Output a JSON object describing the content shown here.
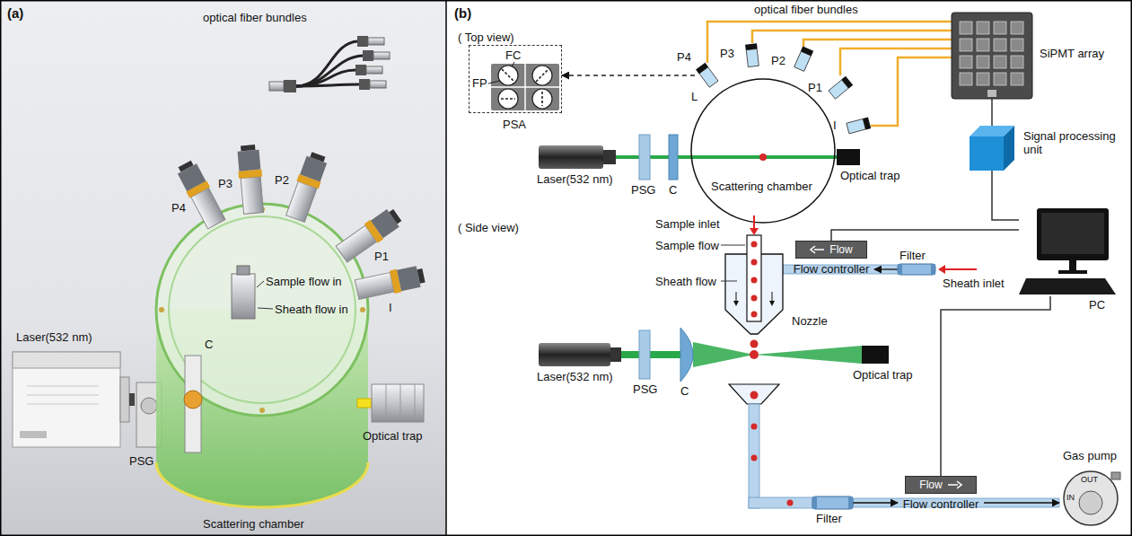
{
  "diagram": {
    "nodes": [
      {
        "text": [
          "FC",
          "FP",
          "PSA"
        ]
      },
      {
        "text": [
          "P4"
        ]
      },
      {
        "text": [
          "P3"
        ]
      },
      {
        "text": [
          "P2"
        ]
      },
      {
        "text": [
          "P1"
        ]
      },
      {
        "text": [
          "I"
        ]
      },
      {
        "text": [
          "SiPMT array"
        ]
      },
      {
        "text": [
          "Signal processing unit"
        ]
      },
      {
        "text": [
          "PC"
        ]
      },
      {
        "text": [
          "Flow",
          "Flow controller"
        ]
      },
      {
        "text": [
          "Filter"
        ]
      },
      {
        "text": [
          "Filter"
        ]
      },
      {
        "text": [
          "Flow",
          "Flow controller"
        ]
      },
      {
        "text": [
          "Gas pump",
          "OUT",
          "IN"
        ]
      }
    ],
    "edges": [
      {
        "from": 1,
        "to": 0,
        "arrow": "to"
      },
      {
        "from": 1,
        "to": 6,
        "arrow": "none"
      },
      {
        "from": 2,
        "to": 6,
        "arrow": "none"
      },
      {
        "from": 3,
        "to": 6,
        "arrow": "none"
      },
      {
        "from": 4,
        "to": 6,
        "arrow": "none"
      },
      {
        "from": 5,
        "to": 6,
        "arrow": "none"
      },
      {
        "from": 6,
        "to": 7,
        "arrow": "none"
      },
      {
        "from": 7,
        "to": 8,
        "arrow": "none"
      },
      {
        "from": 9,
        "to": 8,
        "arrow": "none"
      },
      {
        "from": 12,
        "to": 8,
        "arrow": "none"
      },
      {
        "from": 10,
        "to": 9,
        "arrow": "to"
      },
      {
        "from": 11,
        "to": 12,
        "arrow": "to"
      },
      {
        "from": 12,
        "to": 13,
        "arrow": "to"
      }
    ],
    "labels": [
      "(a)",
      "optical fiber bundles",
      "P4",
      "P3",
      "P2",
      "P1",
      "I",
      "Sample flow in",
      "Sheath flow in",
      "Laser(532 nm)",
      "C",
      "Optical trap",
      "PSG",
      "Scattering chamber",
      "(b)",
      "( Top view)",
      "optical fiber bundles",
      "L",
      "Laser(532 nm)",
      "PSG",
      "C",
      "Optical trap",
      "Scattering chamber",
      "( Side view)",
      "Sample inlet",
      "Sample flow",
      "Sheath flow",
      "Sheath inlet",
      "Nozzle",
      "Laser(532 nm)",
      "PSG",
      "C",
      "Optical trap"
    ]
  }
}
